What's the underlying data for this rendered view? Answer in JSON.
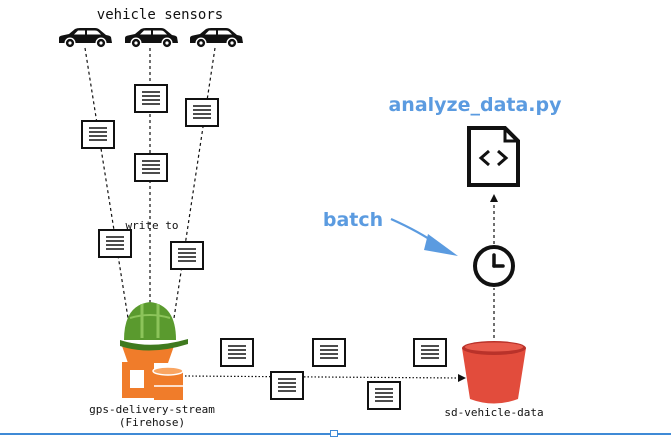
{
  "labels": {
    "sensors_title": "vehicle sensors",
    "write_to": "write to",
    "stream_name": "gps-delivery-stream",
    "stream_type": "(Firehose)",
    "bucket_name": "sd-vehicle-data",
    "script_name": "analyze_data.py",
    "batch": "batch"
  },
  "icons": {
    "car": "car-icon",
    "record": "record-document-icon",
    "firehose": "firehose-icon",
    "hardhat": "hardhat-icon",
    "bucket": "s3-bucket-icon",
    "clock": "clock-icon",
    "script": "code-file-icon",
    "arrow": "batch-arrow-icon"
  },
  "colors": {
    "accent_blue": "#5b9be0",
    "firehose_orange": "#f07c2a",
    "hardhat_green": "#5a9a2e",
    "bucket_red": "#e24c3c",
    "ink": "#111111"
  }
}
